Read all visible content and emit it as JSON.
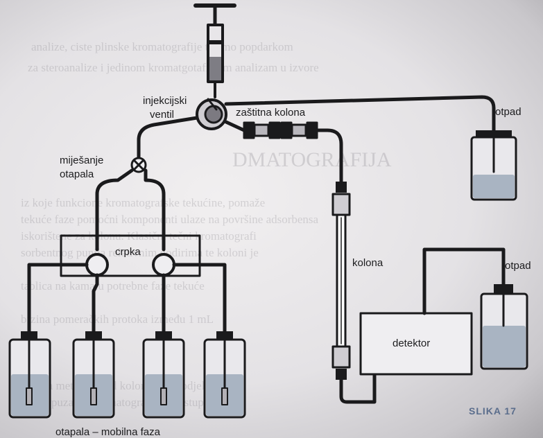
{
  "labels": {
    "injection_valve": [
      "injekcijski",
      "ventil"
    ],
    "guard_column": "zaštitna kolona",
    "waste_top": "otpad",
    "waste_right": "otpad",
    "mixing": [
      "miješanje",
      "otapala"
    ],
    "pump": "crpka",
    "column": "kolona",
    "detector": "detektor",
    "solvents": "otapala – mobilna faza",
    "figure_caption": "SLIKA 17"
  },
  "background_text": [
    "analize, ciste plinske kromatografije tesimo popdarkom",
    "za steroanalize i jedinom kromatgotafiskim analizam u izvore",
    "DMATOGRAFIJA",
    "iz koje funkcione kromatografske tekućine, pomaže",
    "tekuće faze pomoćni komponenti ulaze na površine adsorbensa",
    "iskorištene za kolonu. Klasični tečni kromatografi",
    "sorbentnog punila relativnim dodirima te koloni je",
    "tablica na kamatu potrebne faze tekuće",
    "brzina pomeračkih protoka između 1 mL",
    "sporija metoda. Kod kolone Sve podjele",
    "tipovi puzanih kromatografskih postupaka"
  ],
  "colors": {
    "line": "#1a1a1c",
    "liquid": "#a9b4c2",
    "valve_fill": "#7c7a81",
    "caption": "#5a6d8c"
  }
}
